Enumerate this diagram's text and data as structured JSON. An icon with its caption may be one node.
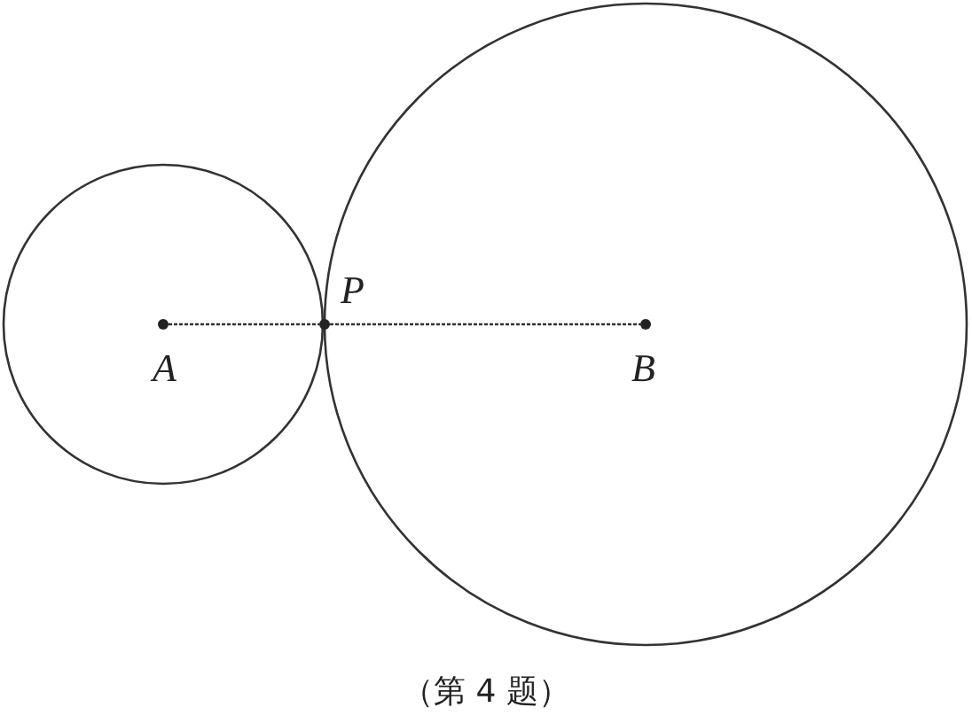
{
  "diagram": {
    "caption": "（第 4 题）",
    "nodes": [
      {
        "text": [
          "A"
        ]
      },
      {
        "text": [
          "P"
        ]
      },
      {
        "text": [
          "B"
        ]
      }
    ],
    "edges": [
      {
        "from": 0,
        "to": 1,
        "arrow": "none"
      },
      {
        "from": 1,
        "to": 2,
        "arrow": "none"
      }
    ]
  }
}
